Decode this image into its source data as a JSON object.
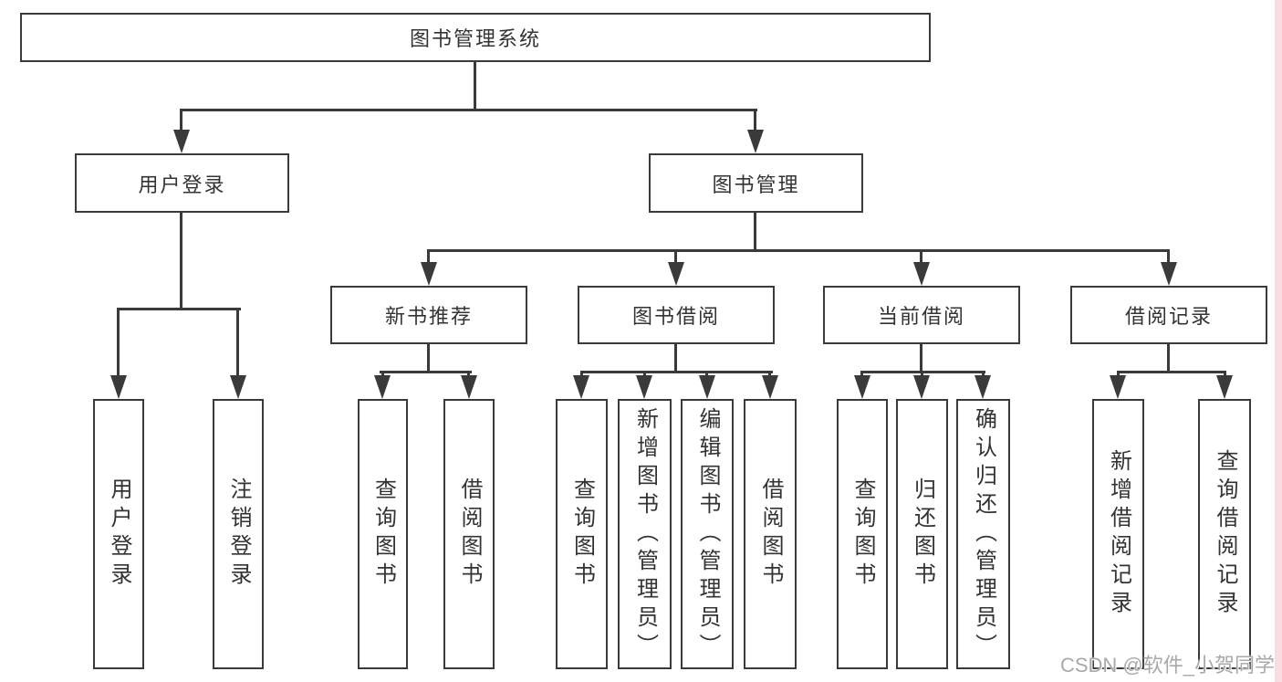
{
  "diagram": {
    "title": "图书管理系统",
    "type": "hierarchy-diagram"
  },
  "nodes": {
    "root": "图书管理系统",
    "user_login": "用户登录",
    "book_mgmt": "图书管理",
    "new_book_rec": "新书推荐",
    "book_borrow": "图书借阅",
    "current_borrow": "当前借阅",
    "borrow_records": "借阅记录",
    "leaf_user_login": "用户登录",
    "leaf_logout": "注销登录",
    "leaf_query_book_nb": "查询图书",
    "leaf_borrow_book_nb": "借阅图书",
    "leaf_query_book_bb": "查询图书",
    "leaf_add_book": "新增图书（管理员）",
    "leaf_edit_book": "编辑图书（管理员）",
    "leaf_borrow_book_bb": "借阅图书",
    "leaf_query_book_cb": "查询图书",
    "leaf_return_book": "归还图书",
    "leaf_confirm_return": "确认归还（管理员）",
    "leaf_add_record": "新增借阅记录",
    "leaf_query_record": "查询借阅记录"
  },
  "watermark": "CSDN @软件_小贺同学",
  "colors": {
    "line": "#3a3a3a",
    "text": "#333333",
    "watermark": "#a9a9a9",
    "right_edge_strip": "#f9dde0"
  }
}
